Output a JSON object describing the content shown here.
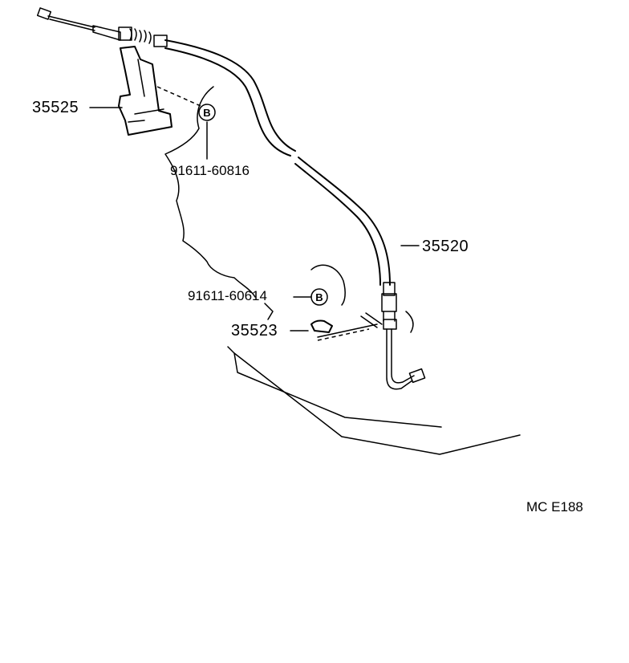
{
  "labels": {
    "cable_bracket": "35525",
    "cable_assembly": "35520",
    "clamp": "35523",
    "bolt_upper": "91611-60816",
    "bolt_lower": "91611-60614",
    "bolt_mark_upper": "B",
    "bolt_mark_lower": "B",
    "diagram_code": "MC E188"
  },
  "icons": [
    "cable-icon",
    "bracket-icon",
    "clamp-icon",
    "bolt-marker-icon"
  ]
}
